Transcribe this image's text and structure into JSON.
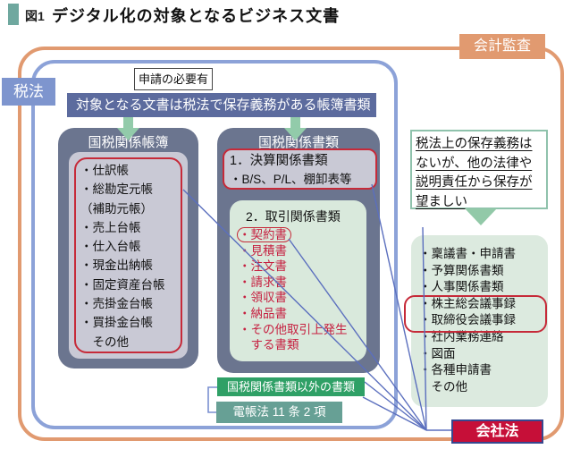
{
  "page_title": {
    "fig_label": "図1",
    "title": "デジタル化の対象となるビジネス文書"
  },
  "frames": {
    "audit_label": "会計監査",
    "tax_label": "税法",
    "application_note": "申請の必要有",
    "banner": "対象となる文書は税法で保存義務がある帳簿書類"
  },
  "ledger_box": {
    "title": "国税関係帳簿",
    "items": [
      "・仕訳帳",
      "・総勘定元帳",
      "（補助元帳）",
      "・売上台帳",
      "・仕入台帳",
      "・現金出納帳",
      "・固定資産台帳",
      "・売掛金台帳",
      "・買掛金台帳",
      "　その他"
    ]
  },
  "document_box": {
    "title": "国税関係書類",
    "settlement": {
      "heading": "1．決算関係書類",
      "line": "・B/S、P/L、棚卸表等"
    },
    "transaction": {
      "heading": "2．取引関係書類",
      "contract_item": "・契約書",
      "items": [
        "・見積書",
        "・注文書",
        "・請求書",
        "・領収書",
        "・納品書",
        "・その他取引上発生",
        "　する書類"
      ]
    }
  },
  "other_docs": {
    "label": "国税関係書類以外の書類",
    "law_ref": "電帳法 11 条 2 項"
  },
  "note_box": {
    "lines": [
      "税法上の保存義務は",
      "ないが、他の法律や",
      "説明責任から保存が",
      "望ましい"
    ]
  },
  "internal_docs": {
    "items": [
      "・稟議書・申請書",
      "・予算関係書類",
      "・人事関係書類",
      "・株主総会議事録",
      "・取締役会議事録",
      "・社内業務連絡",
      "・図面",
      "・各種申請書",
      "　その他"
    ]
  },
  "company_law": {
    "label": "会社法"
  },
  "colors": {
    "accent_orange": "#E19A70",
    "accent_blue": "#8CA2D8",
    "dark_slate_box": "#6B758F",
    "inner_gray": "#C9C9D5",
    "inner_green": "#D9E9DC",
    "banner_blue": "#5C6B9E",
    "green_label": "#2FA066",
    "teal_label": "#67A095",
    "red_highlight": "#C62A39",
    "company_law_red": "#C60F38",
    "connector_blue": "#5B6FBE",
    "arrow_green": "#92CBAA"
  }
}
